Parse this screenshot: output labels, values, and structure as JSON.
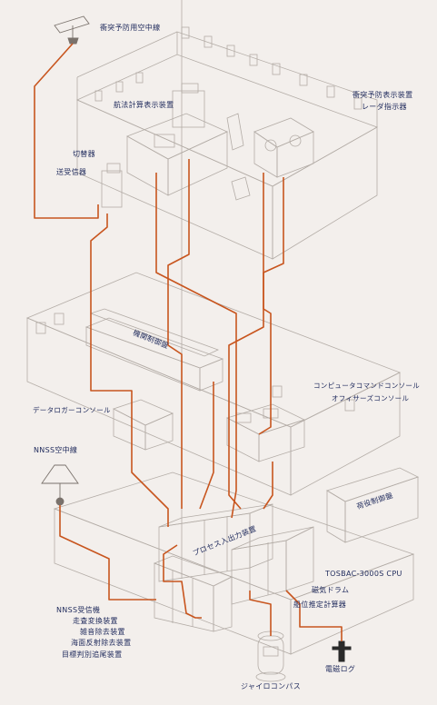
{
  "colors": {
    "background": "#f3efec",
    "outline": "#b3aca6",
    "cable": "#c8551e",
    "label": "#1f2a5c"
  },
  "labels": {
    "collision_antenna": "衝突予防用空中線",
    "nav_display": "航法計算表示装置",
    "collision_display": "衝突予防表示装置",
    "radar_indicator": "レーダ指示器",
    "switcher": "切替器",
    "transceiver": "送受信器",
    "engine_control": "機関制御盤",
    "computer_console": "コンピュータコマンドコンソール",
    "officers_console": "オフィサーズコンソール",
    "data_logger": "データロガーコンソール",
    "nnss_antenna": "NNSS空中線",
    "process_io": "プロセス入出力装置",
    "cargo_control": "荷役制御盤",
    "tosbac_cpu": "TOSBAC-3000S CPU",
    "magnetic_drum": "磁気ドラム",
    "position_computer": "船位推定計算器",
    "nnss_receiver": "NNSS受信機",
    "scan_converter": "走査変換装置",
    "noise_removal": "雑音除去装置",
    "sea_clutter_removal": "海面反射除去装置",
    "target_tracking": "目標判別追尾装置",
    "em_log": "電磁ログ",
    "gyro_compass": "ジャイロコンパス"
  }
}
